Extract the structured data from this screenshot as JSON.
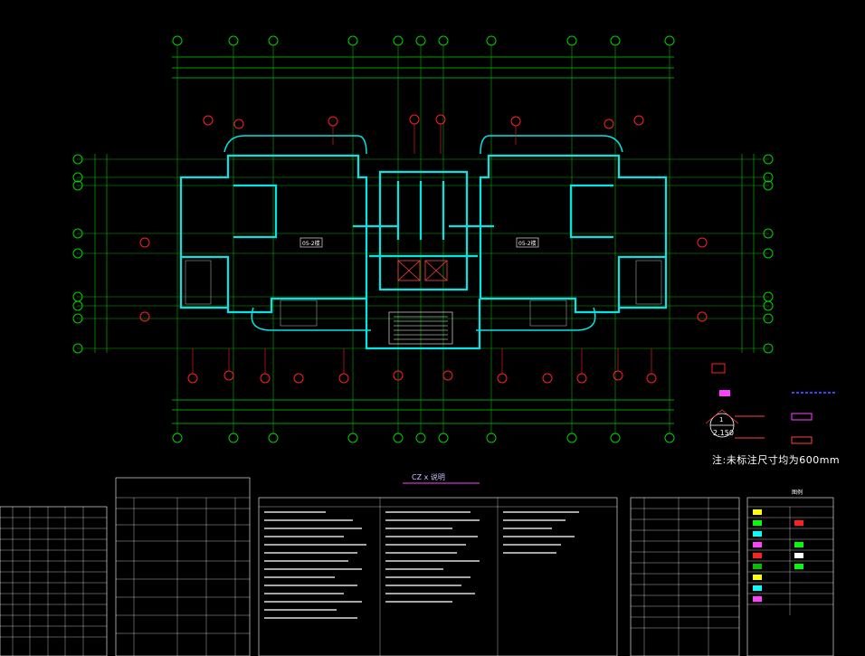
{
  "drawing": {
    "note_text": "注:未标注尺寸均为600mm",
    "level_marker": "2.150",
    "level_index": "1",
    "sheet_title_tag": "CZ x 说明",
    "legend_title": "图例",
    "apartment_tags": [
      "05-2楼",
      "05-2楼"
    ]
  },
  "colors": {
    "background": "#000000",
    "grid_lines": "#00d000",
    "walls": "#00e5e5",
    "axis_bubbles": "#ff2020",
    "dimensions": "#00d000",
    "text": "#ffffff",
    "accent_magenta": "#ff40ff",
    "table_lines": "#ffffff"
  },
  "icons": [
    "axis-bubble-icon",
    "level-marker-icon",
    "north-arrow-icon"
  ]
}
